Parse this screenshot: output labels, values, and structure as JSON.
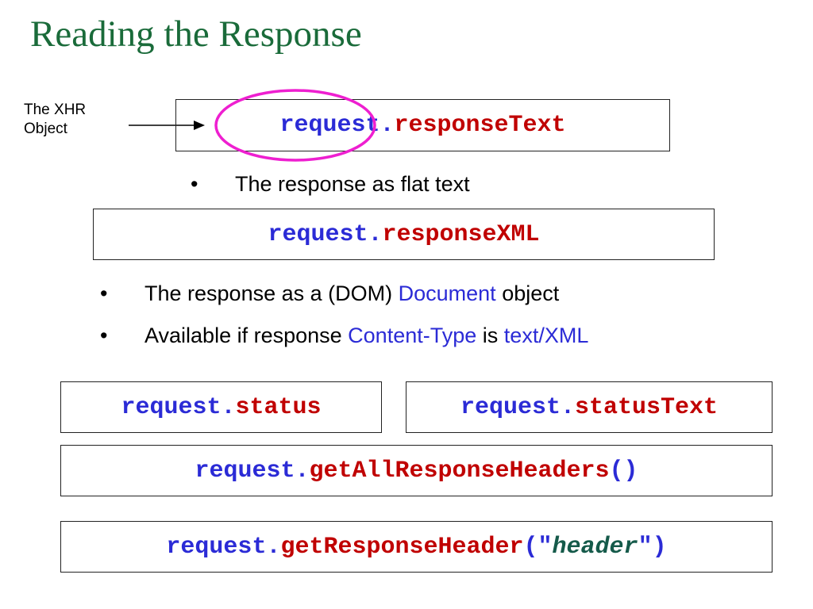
{
  "title": "Reading the Response",
  "annotation": {
    "line1": "The XHR",
    "line2": "Object"
  },
  "boxes": {
    "responseText": {
      "obj": "request",
      "dot": ".",
      "prop": "responseText"
    },
    "responseXML": {
      "obj": "request.",
      "prop": "responseXML"
    },
    "status": {
      "obj": "request.",
      "prop": "status"
    },
    "statusText": {
      "obj": "request.",
      "prop": "statusText"
    },
    "getAllHeaders": {
      "obj": "request.",
      "prop": "getAllResponseHeaders",
      "paren": "()"
    },
    "getHeader": {
      "obj": "request.",
      "prop": "getResponseHeader",
      "open": "(\"",
      "arg": "header",
      "close": "\")"
    }
  },
  "bullets": {
    "b1": {
      "dot": "•",
      "text": "The response as flat text"
    },
    "b2": {
      "dot": "•",
      "pre": "The response as a (DOM) ",
      "hl": "Document",
      "post": " object"
    },
    "b3": {
      "dot": "•",
      "pre": "Available if response ",
      "hl1": "Content-Type",
      "mid": " is ",
      "hl2": "text/XML"
    }
  },
  "colors": {
    "title": "#1a6b3a",
    "object": "#2b2bd6",
    "property": "#c00000",
    "highlight_circle": "#ee1fd0"
  },
  "icons": [
    "arrow-right-icon",
    "highlight-circle"
  ]
}
